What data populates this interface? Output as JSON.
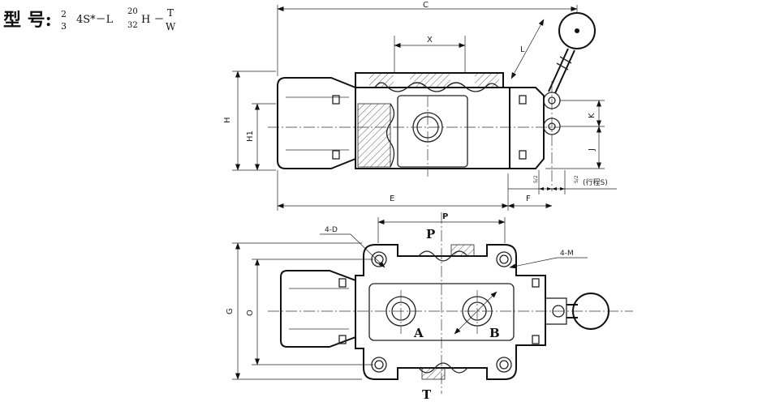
{
  "model": {
    "label": "型 号:",
    "frac1_num": "2",
    "frac1_den": "3",
    "code_a": "4S*－L",
    "sub_sup": "20",
    "sub_sub": "32",
    "code_b": "H －",
    "frac2_num": "T",
    "frac2_den": "W"
  },
  "side_view": {
    "dims": {
      "C": "C",
      "X": "X",
      "L": "L",
      "H": "H",
      "H1": "H1",
      "K": "K",
      "J": "J",
      "E": "E",
      "F": "F",
      "half_a": "S/2",
      "half_b": "S/2",
      "stroke": "(行程S)"
    }
  },
  "top_view": {
    "dims": {
      "P": "P",
      "G": "G",
      "O": "O",
      "holes_d": "4-D",
      "holes_m": "4-M"
    },
    "ports": {
      "P": "P",
      "T": "T",
      "A": "A",
      "B": "B"
    }
  }
}
